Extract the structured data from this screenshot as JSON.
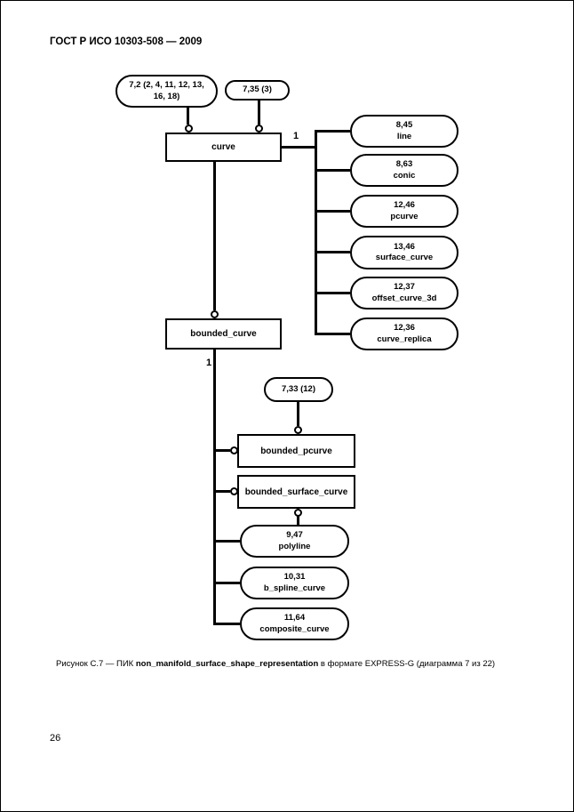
{
  "page": {
    "header": "ГОСТ Р ИСО 10303-508 — 2009",
    "page_number": "26",
    "caption": {
      "prefix": "Рисунок С.7 — ПИК ",
      "entity": "non_manifold_surface_shape_representation",
      "suffix": " в формате EXPRESS-G (диаграмма 7 из 22)"
    }
  },
  "colors": {
    "ink": "#000000",
    "paper": "#ffffff"
  },
  "diagram": {
    "notation": "EXPRESS-G",
    "page_refs": {
      "main": "7,2 (2, 4, 11, 12, 13, 16, 18)",
      "ref2": "7,35 (3)",
      "ref733": "7,33 (12)"
    },
    "entities": {
      "curve": "curve",
      "bounded_curve": "bounded_curve",
      "bounded_pcurve": "bounded_pcurve",
      "bounded_surface_curve": "bounded_surface_curve"
    },
    "curve_subtypes": [
      {
        "ref": "8,45",
        "label": "line"
      },
      {
        "ref": "8,63",
        "label": "conic"
      },
      {
        "ref": "12,46",
        "label": "pcurve"
      },
      {
        "ref": "13,46",
        "label": "surface_curve"
      },
      {
        "ref": "12,37",
        "label": "offset_curve_3d"
      },
      {
        "ref": "12,36",
        "label": "curve_replica"
      }
    ],
    "bounded_curve_subtypes": [
      {
        "ref": "9,47",
        "label": "polyline"
      },
      {
        "ref": "10,31",
        "label": "b_spline_curve"
      },
      {
        "ref": "11,64",
        "label": "composite_curve"
      }
    ],
    "cardinality": {
      "curve_branch": "1",
      "bounded_curve_branch": "1"
    }
  }
}
